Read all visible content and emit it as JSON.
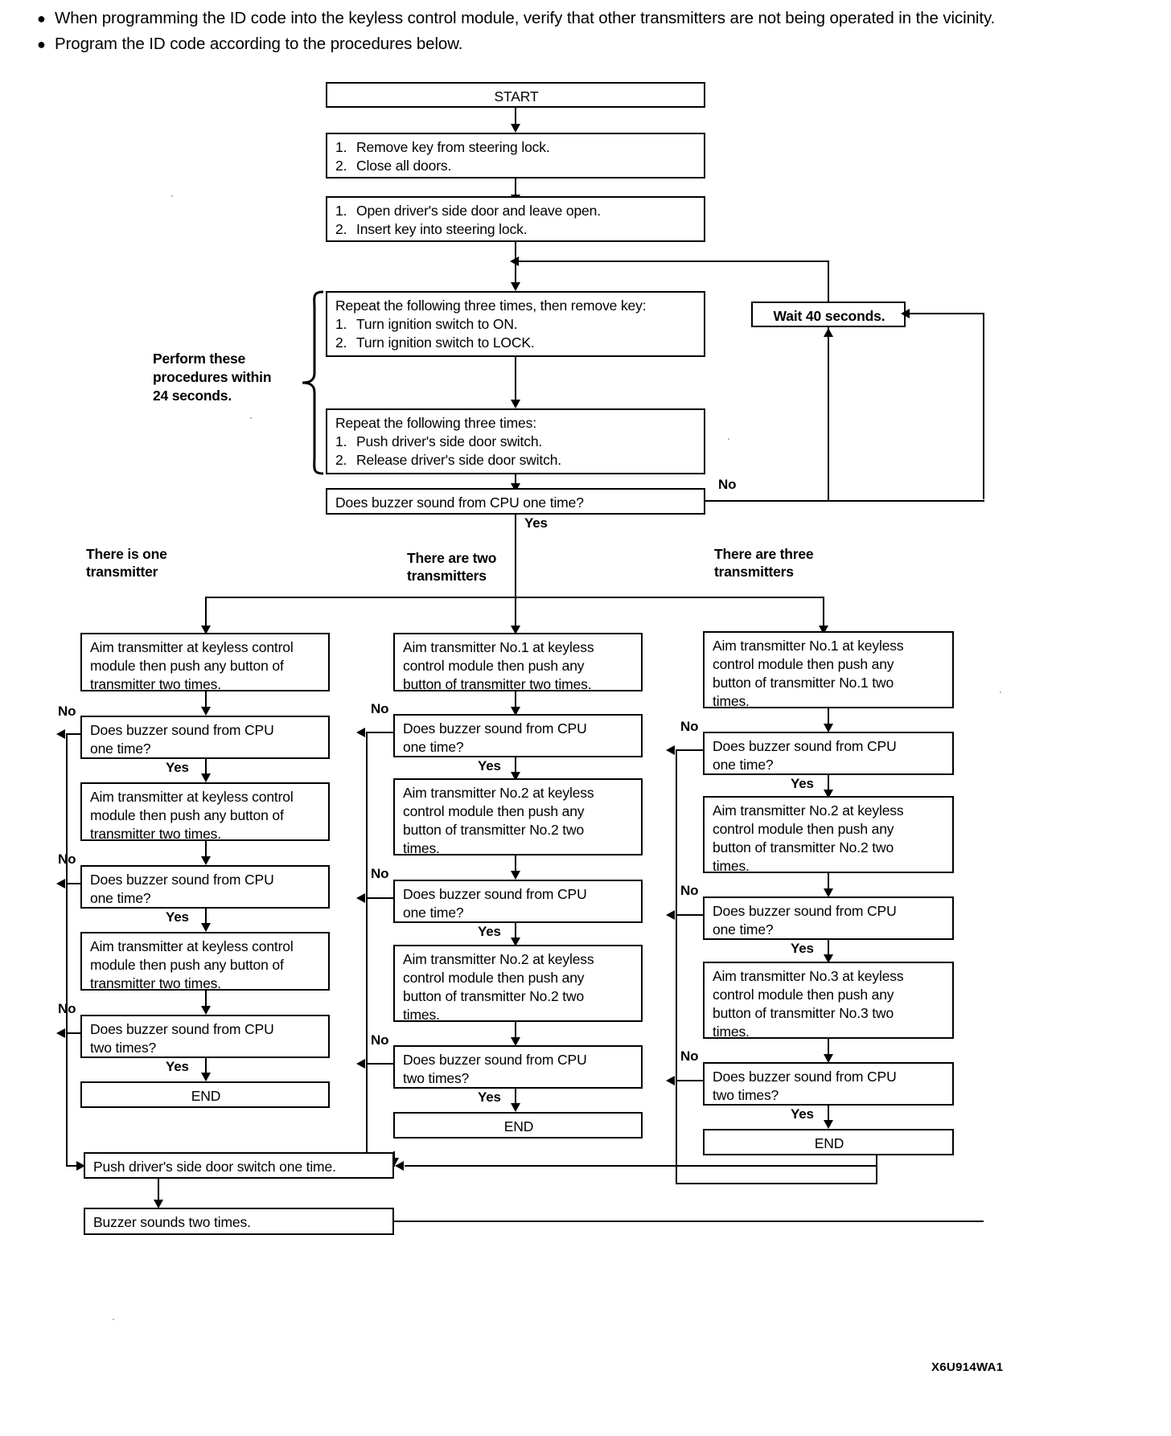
{
  "notes": [
    {
      "bullet": "●",
      "text": "When programming the ID code into the keyless control module, verify that other transmitters are not being operated in the vicinity."
    },
    {
      "bullet": "●",
      "text": "Program the ID code according to the procedures below."
    }
  ],
  "figure_code": "X6U914WA1",
  "main": {
    "start": "START",
    "step1": {
      "l1": "1.",
      "t1": "Remove key from steering lock.",
      "l2": "2.",
      "t2": "Close all doors."
    },
    "step2": {
      "l1": "1.",
      "t1": "Open driver's side door and leave open.",
      "l2": "2.",
      "t2": "Insert key into steering lock."
    },
    "step3": {
      "head": "Repeat the following three times, then remove key:",
      "l1": "1.",
      "t1": "Turn ignition switch to ON.",
      "l2": "2.",
      "t2": "Turn ignition switch to LOCK."
    },
    "step4": {
      "head": "Repeat the following three times:",
      "l1": "1.",
      "t1": "Push driver's side door switch.",
      "l2": "2.",
      "t2": "Release driver's side door switch."
    },
    "wait": "Wait 40 seconds.",
    "decision": "Does buzzer sound from CPU one time?",
    "decision_no": "No",
    "decision_yes": "Yes",
    "perform_note": {
      "l1": "Perform these",
      "l2": "procedures within",
      "l3": "24 seconds."
    }
  },
  "columns": [
    {
      "header": {
        "l1": "There is one",
        "l2": "transmitter"
      },
      "steps": [
        {
          "kind": "action",
          "lines": [
            "Aim transmitter at keyless control",
            "module then push any button of",
            "transmitter two times."
          ]
        },
        {
          "kind": "decision",
          "lines": [
            "Does buzzer sound from CPU",
            "one time?"
          ],
          "no": "No",
          "yes": "Yes"
        },
        {
          "kind": "action",
          "lines": [
            "Aim transmitter at keyless control",
            "module then push any button of",
            "transmitter two times."
          ]
        },
        {
          "kind": "decision",
          "lines": [
            "Does buzzer sound from CPU",
            "one time?"
          ],
          "no": "No",
          "yes": "Yes"
        },
        {
          "kind": "action",
          "lines": [
            "Aim transmitter at keyless control",
            "module then push any button of",
            "transmitter two times."
          ]
        },
        {
          "kind": "decision",
          "lines": [
            "Does buzzer sound from CPU",
            "two times?"
          ],
          "no": "No",
          "yes": "Yes"
        },
        {
          "kind": "end",
          "lines": [
            "END"
          ]
        }
      ]
    },
    {
      "header": {
        "l1": "There are two",
        "l2": "transmitters"
      },
      "steps": [
        {
          "kind": "action",
          "lines": [
            "Aim transmitter No.1 at keyless",
            "control module then push any",
            "button of transmitter two times."
          ]
        },
        {
          "kind": "decision",
          "lines": [
            "Does buzzer sound from CPU",
            "one time?"
          ],
          "no": "No",
          "yes": "Yes"
        },
        {
          "kind": "action",
          "lines": [
            "Aim transmitter No.2 at keyless",
            "control module then push any",
            "button of transmitter No.2 two",
            "times."
          ]
        },
        {
          "kind": "decision",
          "lines": [
            "Does buzzer sound from CPU",
            "one time?"
          ],
          "no": "No",
          "yes": "Yes"
        },
        {
          "kind": "action",
          "lines": [
            "Aim transmitter No.2 at keyless",
            "control module then push any",
            "button of transmitter No.2 two",
            "times."
          ]
        },
        {
          "kind": "decision",
          "lines": [
            "Does buzzer sound from CPU",
            "two times?"
          ],
          "no": "No",
          "yes": "Yes"
        },
        {
          "kind": "end",
          "lines": [
            "END"
          ]
        }
      ]
    },
    {
      "header": {
        "l1": "There are three",
        "l2": "transmitters"
      },
      "steps": [
        {
          "kind": "action",
          "lines": [
            "Aim transmitter No.1 at keyless",
            "control module then push any",
            "button of transmitter No.1 two",
            "times."
          ]
        },
        {
          "kind": "decision",
          "lines": [
            "Does buzzer sound from CPU",
            "one time?"
          ],
          "no": "No",
          "yes": "Yes"
        },
        {
          "kind": "action",
          "lines": [
            "Aim transmitter No.2 at keyless",
            "control module then push any",
            "button of transmitter No.2 two",
            "times."
          ]
        },
        {
          "kind": "decision",
          "lines": [
            "Does buzzer sound from CPU",
            "one time?"
          ],
          "no": "No",
          "yes": "Yes"
        },
        {
          "kind": "action",
          "lines": [
            "Aim transmitter No.3 at keyless",
            "control module then push any",
            "button of transmitter No.3 two",
            "times."
          ]
        },
        {
          "kind": "decision",
          "lines": [
            "Does buzzer sound from CPU",
            "two times?"
          ],
          "no": "No",
          "yes": "Yes"
        },
        {
          "kind": "end",
          "lines": [
            "END"
          ]
        }
      ]
    }
  ],
  "footer": {
    "push": "Push driver's side door switch one time.",
    "buzzer": "Buzzer sounds two times."
  }
}
